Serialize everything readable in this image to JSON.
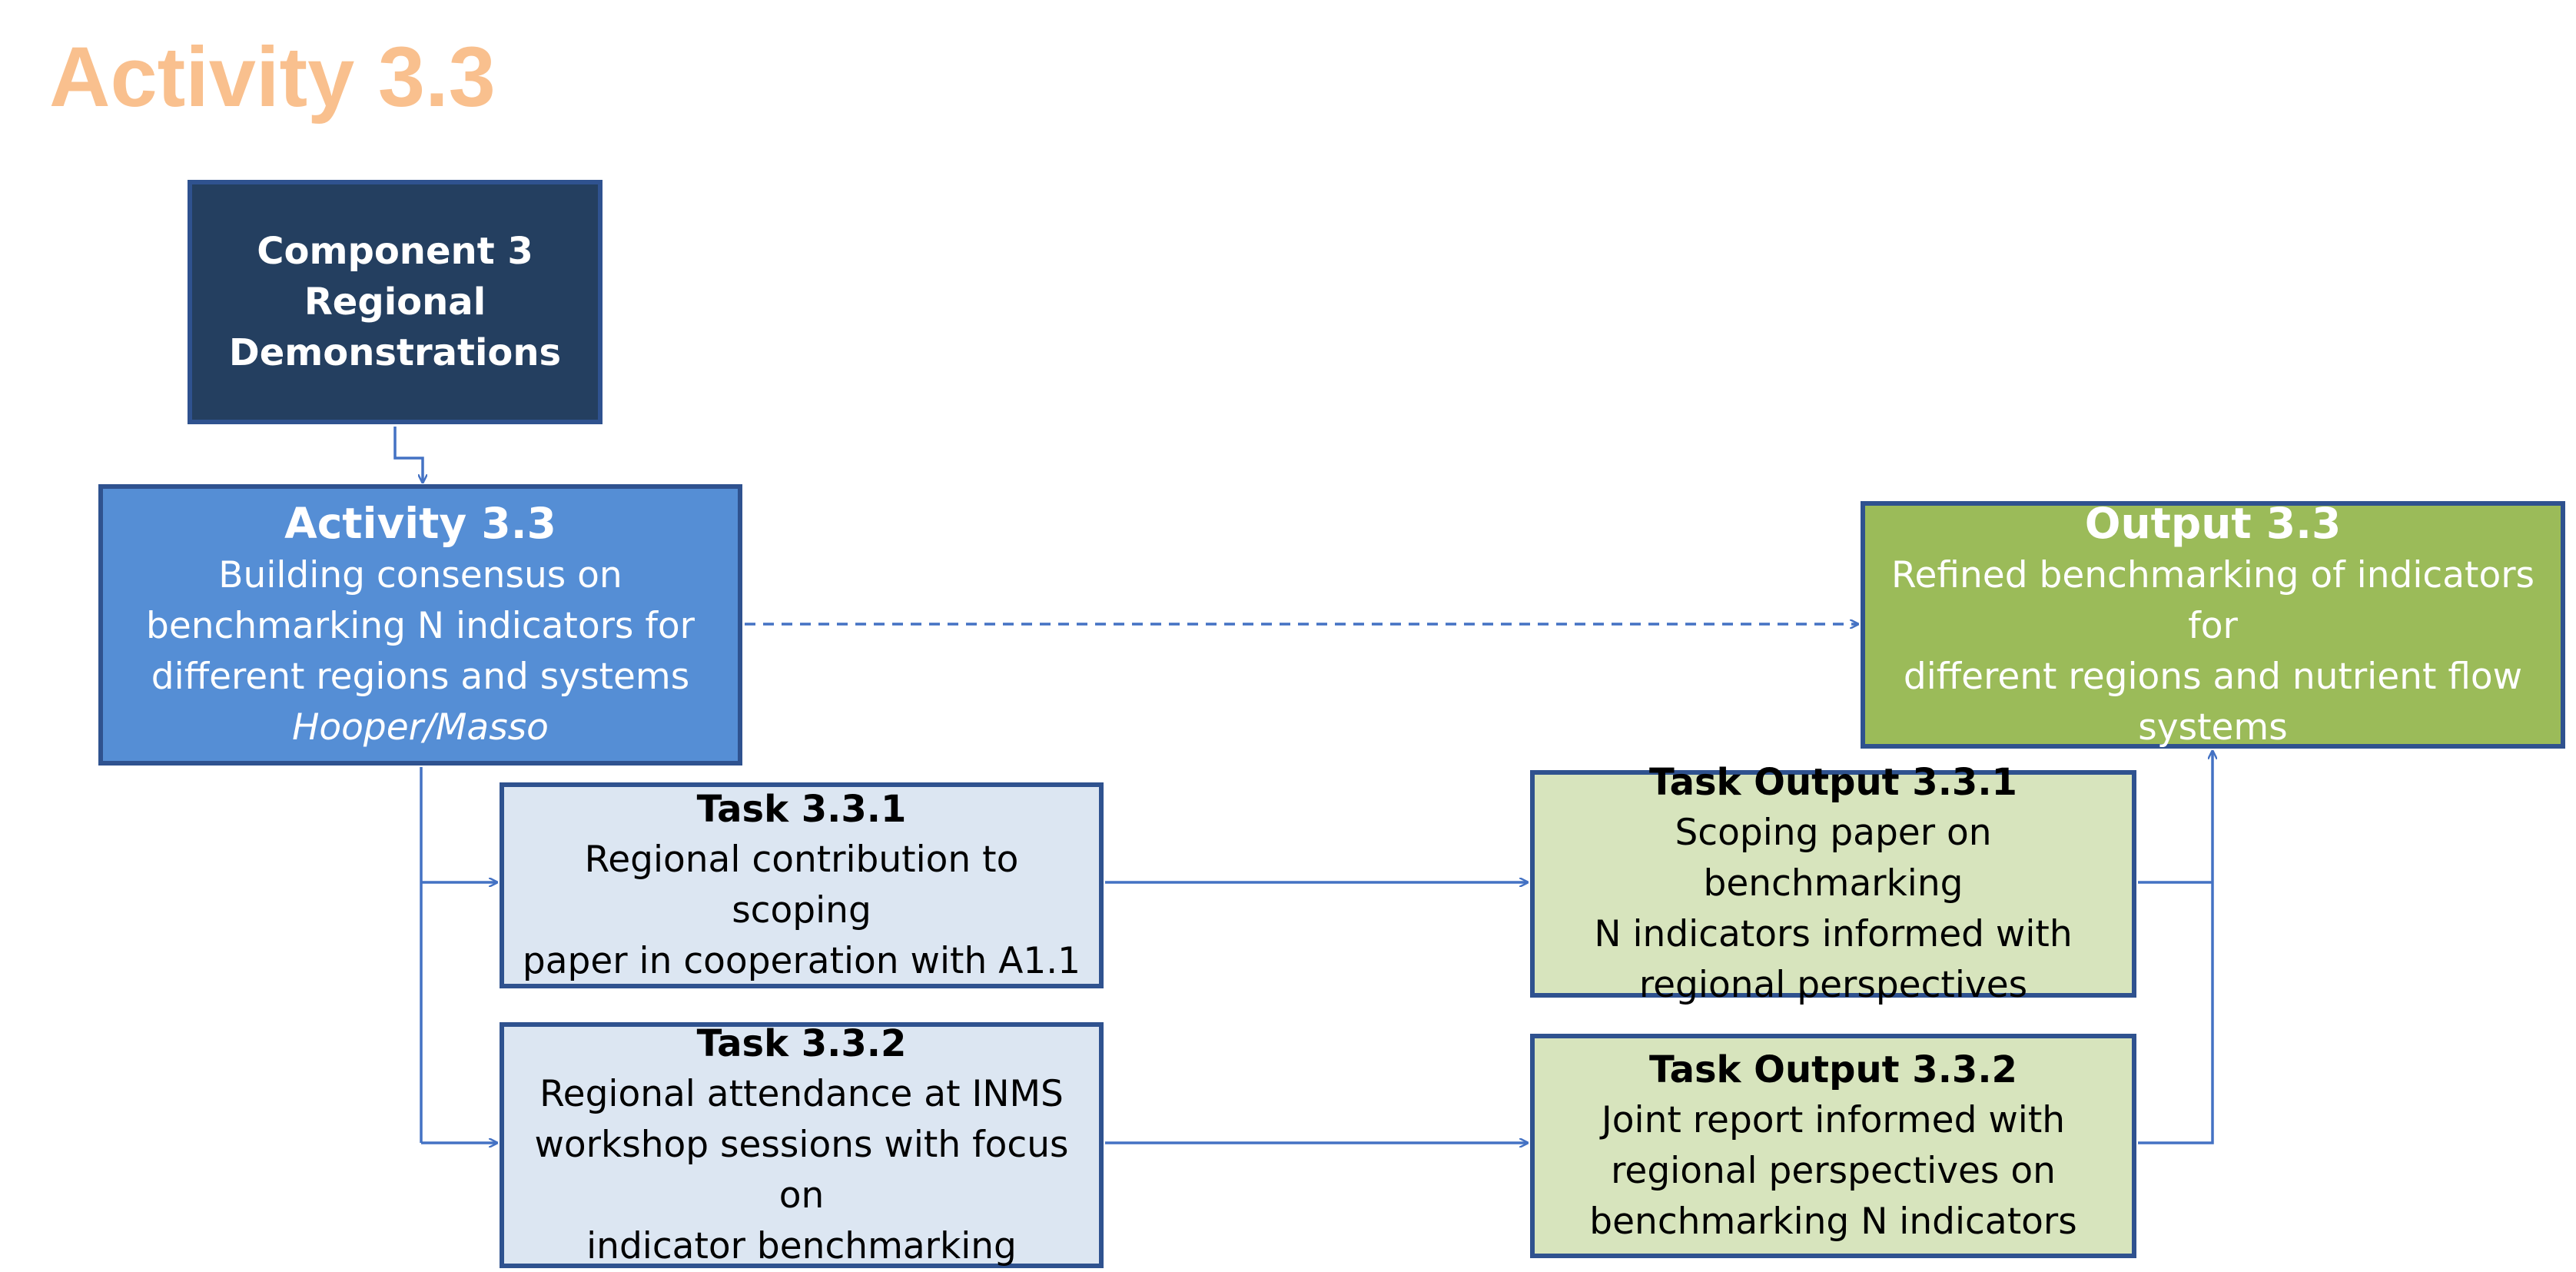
{
  "page_title": "Activity 3.3",
  "colors": {
    "title": "#F9C08E",
    "component_fill": "#243F60",
    "activity_fill": "#558ED5",
    "output_fill": "#9BBB59",
    "task_fill": "#DCE6F2",
    "task_output_fill": "#D7E4BD",
    "border": "#2F528F",
    "connector": "#4472C4"
  },
  "component": {
    "line1": "Component 3",
    "line2": "Regional",
    "line3": "Demonstrations"
  },
  "activity": {
    "title": "Activity 3.3",
    "line1": "Building consensus on",
    "line2": "benchmarking N indicators for",
    "line3": "different regions and systems",
    "authors": "Hooper/Masso"
  },
  "output": {
    "title": "Output 3.3",
    "line1": "Refined benchmarking of indicators for",
    "line2": "different regions and nutrient flow",
    "line3": "systems"
  },
  "task1": {
    "title": "Task 3.3.1",
    "line1": "Regional contribution to scoping",
    "line2": "paper in cooperation with A1.1"
  },
  "task2": {
    "title": "Task 3.3.2",
    "line1": "Regional attendance at INMS",
    "line2": "workshop sessions with focus on",
    "line3": "indicator benchmarking"
  },
  "task_output1": {
    "title": "Task Output 3.3.1",
    "line1": "Scoping paper on benchmarking",
    "line2": "N indicators informed with",
    "line3": "regional perspectives"
  },
  "task_output2": {
    "title": "Task Output 3.3.2",
    "line1": "Joint report informed with",
    "line2": "regional perspectives on",
    "line3": "benchmarking N indicators"
  }
}
